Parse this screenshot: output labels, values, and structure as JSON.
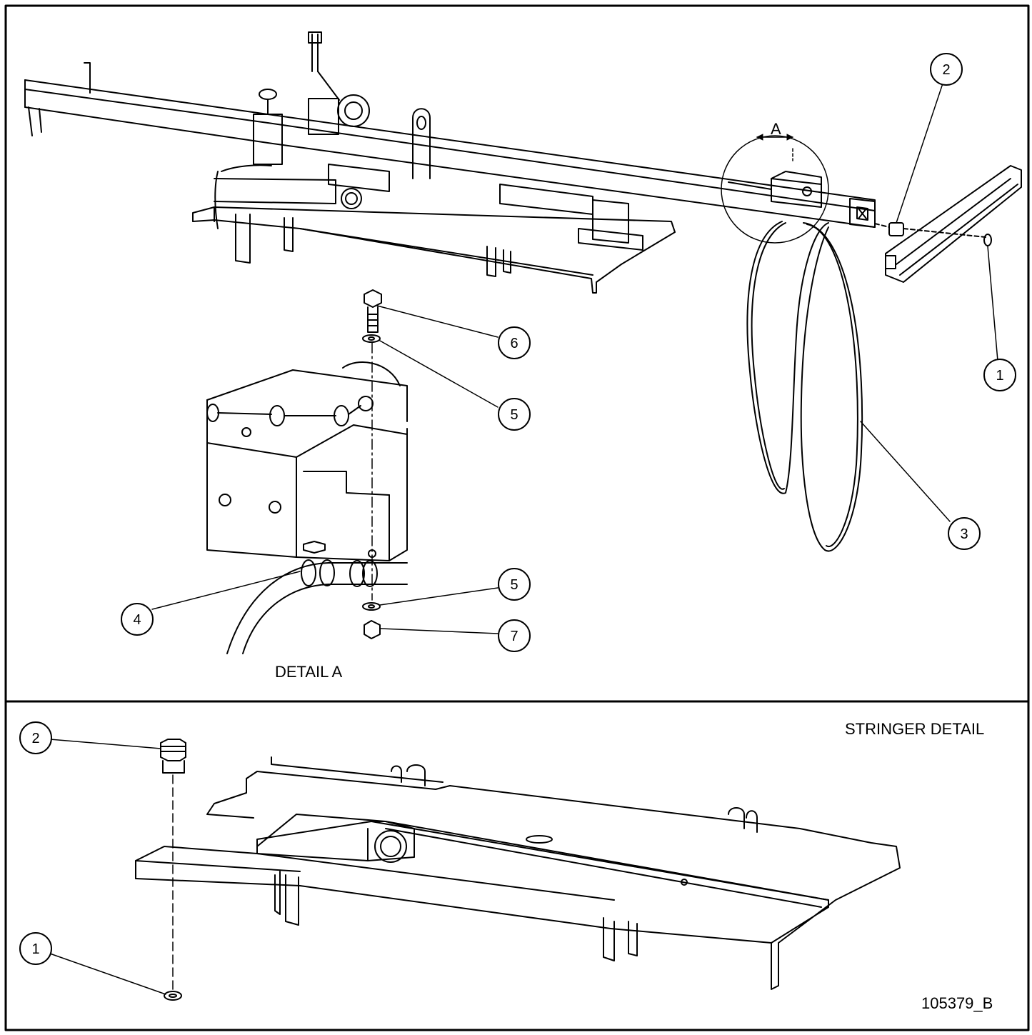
{
  "labels": {
    "detail_a": "DETAIL A",
    "stringer_detail": "STRINGER DETAIL",
    "drawing_number": "105379_B",
    "view_letter": "A"
  },
  "callouts": {
    "top_2": "2",
    "top_1": "1",
    "top_3": "3",
    "detail_6": "6",
    "detail_5_upper": "5",
    "detail_5_lower": "5",
    "detail_4": "4",
    "detail_7": "7",
    "stringer_2": "2",
    "stringer_1": "1"
  }
}
